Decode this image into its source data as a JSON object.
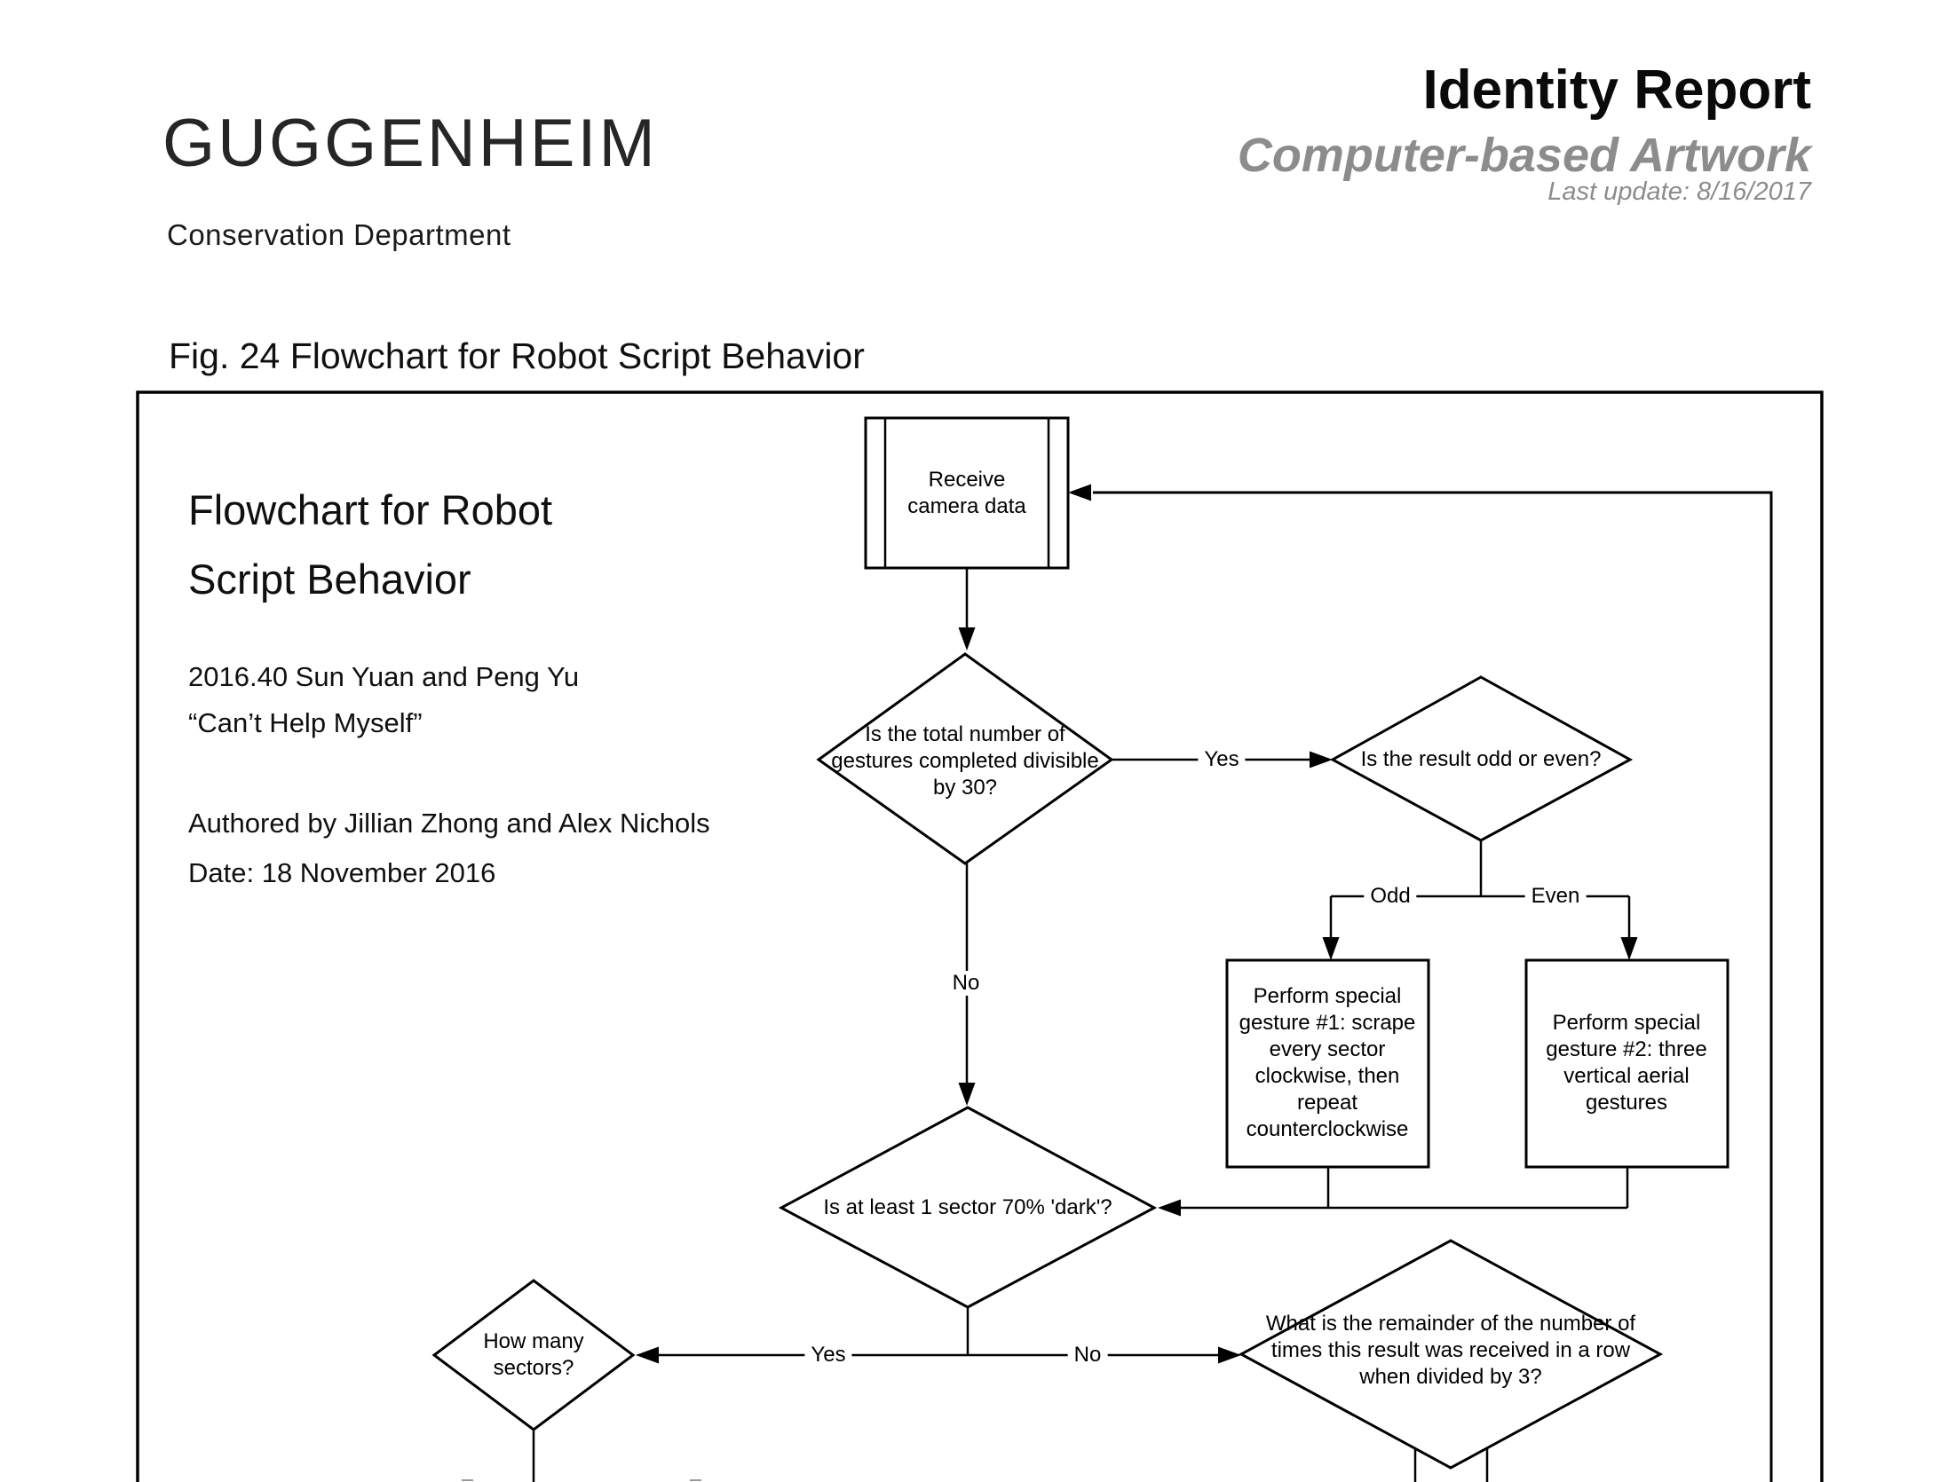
{
  "header": {
    "logo": "GUGGENHEIM",
    "department": "Conservation Department",
    "report_title": "Identity Report",
    "report_subtitle": "Computer-based Artwork",
    "last_update": "Last update: 8/16/2017"
  },
  "figure": {
    "caption": "Fig. 24 Flowchart for Robot Script Behavior",
    "title": "Flowchart for Robot\nScript Behavior",
    "artwork_line": "2016.40 Sun Yuan and Peng Yu\n“Can’t Help Myself”",
    "authors_line": "Authored by Jillian Zhong and Alex Nichols\nDate: 18 November 2016"
  },
  "flowchart": {
    "nodes": {
      "receive_camera_data": "Receive\ncamera data",
      "divisible_by_30": "Is the total number of\ngestures completed divisible\nby 30?",
      "odd_or_even": "Is the result odd or even?",
      "special_gesture_1": "Perform special\ngesture #1: scrape\nevery sector\nclockwise, then\nrepeat\ncounterclockwise",
      "special_gesture_2": "Perform special\ngesture #2: three\nvertical aerial\ngestures",
      "dark_sector_check": "Is at least 1 sector 70% 'dark'?",
      "how_many_sectors": "How many\nsectors?",
      "remainder_by_3": "What is the remainder of the number of\ntimes this result was received in a row\nwhen divided by 3?"
    },
    "edge_labels": {
      "divisible_yes": "Yes",
      "divisible_no": "No",
      "odd": "Odd",
      "even": "Even",
      "dark_yes": "Yes",
      "dark_no": "No"
    }
  },
  "colors": {
    "line": "#000000",
    "text": "#111111",
    "subtitle_gray": "#8c8c8c"
  }
}
